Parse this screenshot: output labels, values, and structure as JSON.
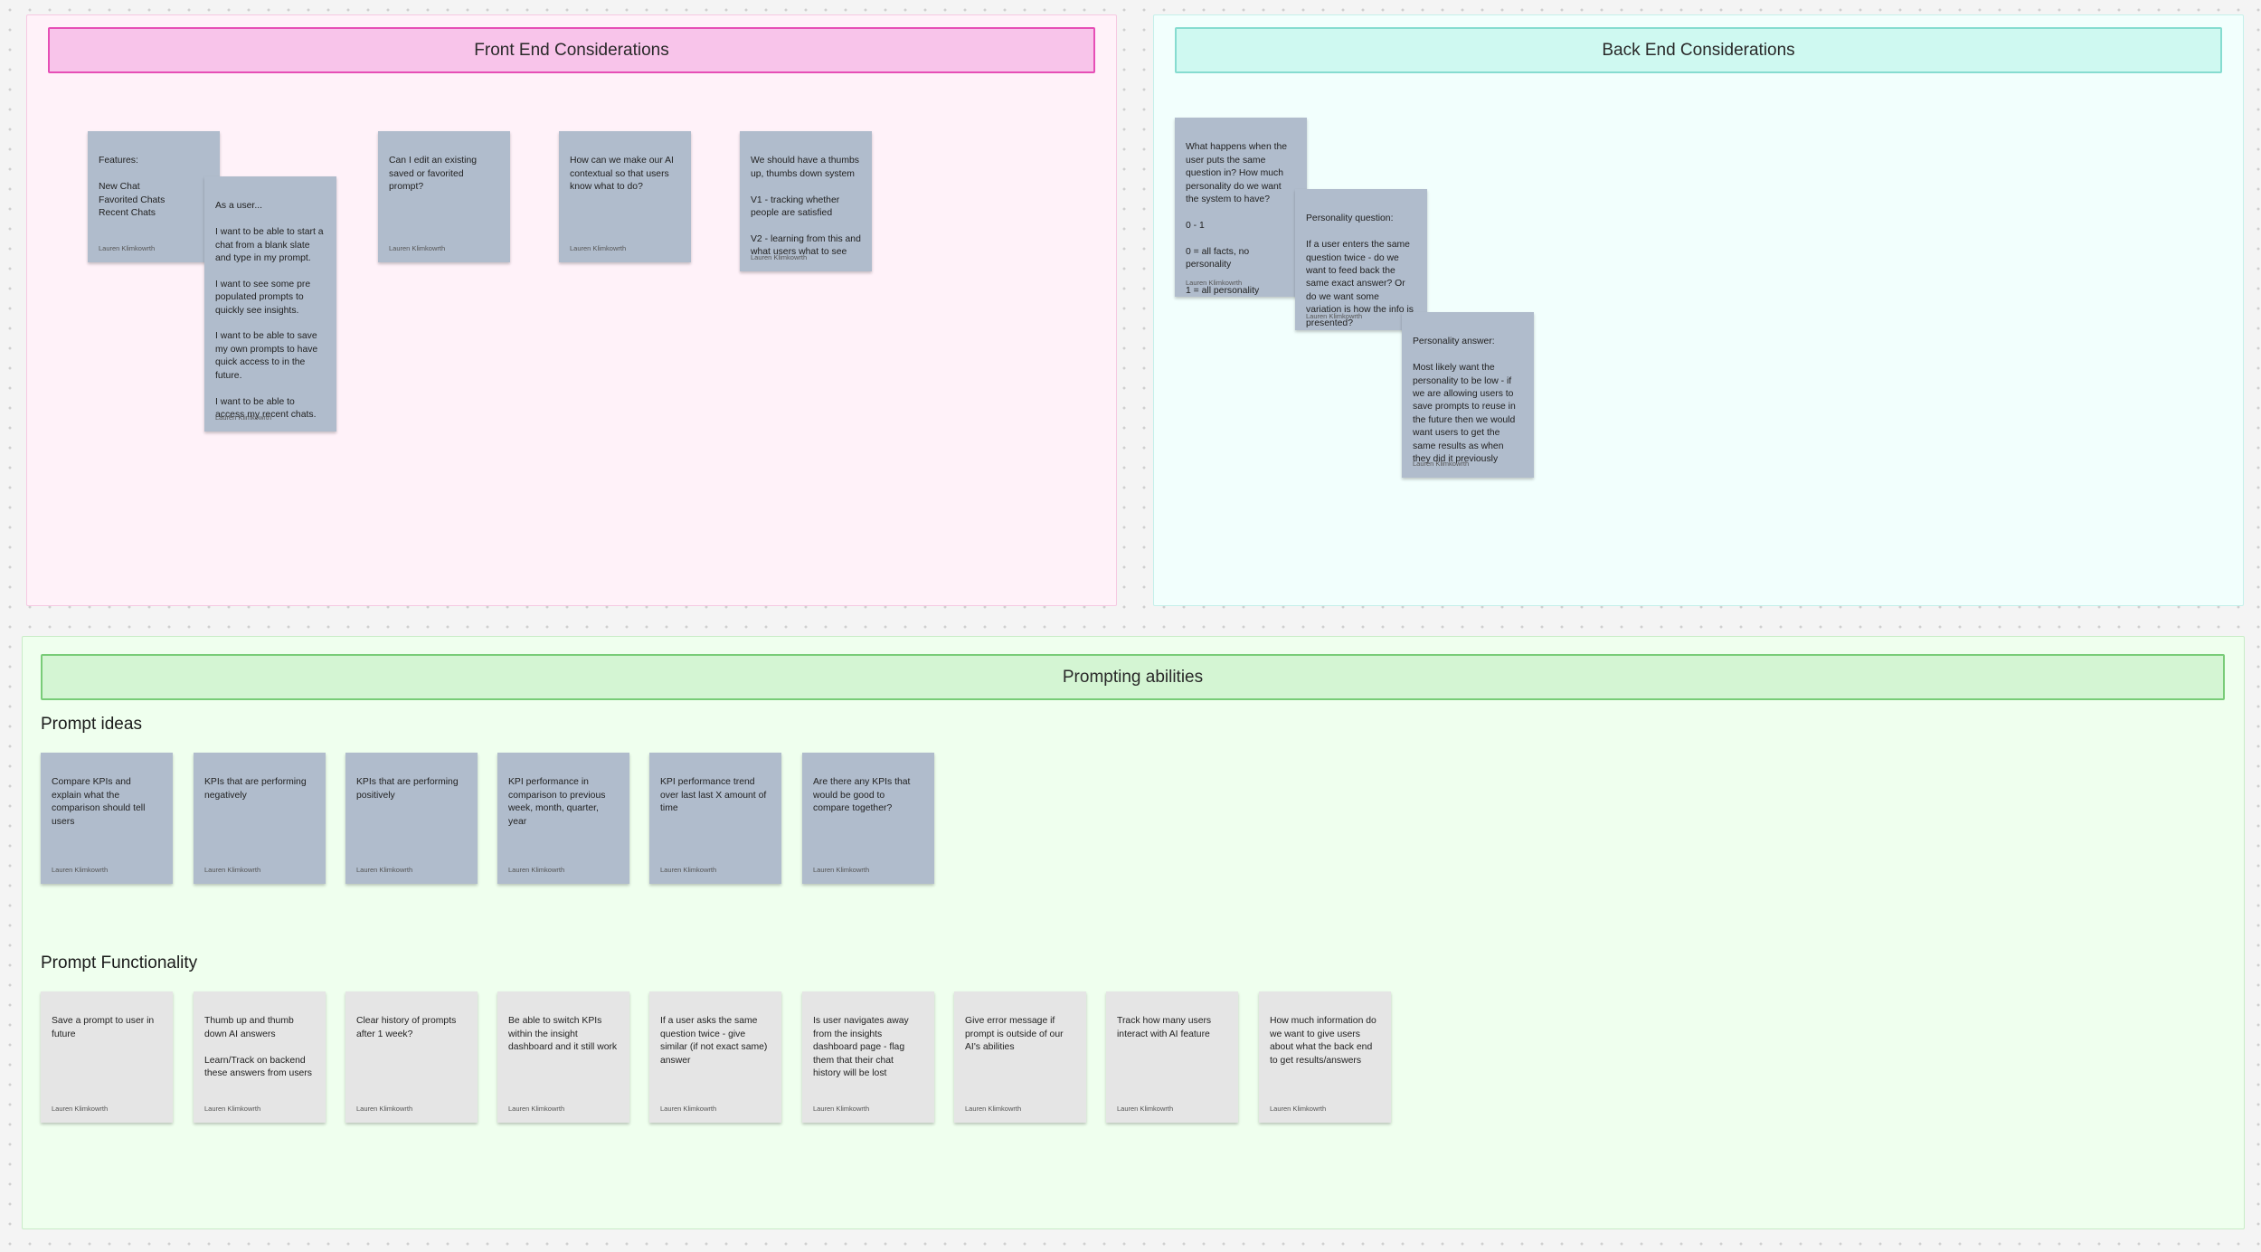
{
  "sections": {
    "front": {
      "title": "Front End Considerations"
    },
    "back": {
      "title": "Back End Considerations"
    },
    "prompting": {
      "title": "Prompting abilities",
      "ideas_heading": "Prompt ideas",
      "functionality_heading": "Prompt Functionality"
    }
  },
  "notes": {
    "features": {
      "text": "Features:\n\nNew Chat\nFavorited Chats\nRecent Chats",
      "author": "Lauren Klimkowrth"
    },
    "as_a_user": {
      "text": "As a user...\n\nI want to be able to start a chat from a blank slate and type in my prompt.\n\nI want to see some pre populated prompts to quickly see insights.\n\nI want to be able to save my own prompts to have quick access to in the future.\n\nI want to be able to access my recent chats.",
      "author": "Lauren Klimkowrth"
    },
    "edit_prompt": {
      "text": "Can I edit an existing saved or favorited prompt?",
      "author": "Lauren Klimkowrth"
    },
    "contextual_ai": {
      "text": "How can we make our AI contextual so that users know what to do?",
      "author": "Lauren Klimkowrth"
    },
    "thumbs": {
      "text": "We should have a thumbs up, thumbs down system\n\nV1 - tracking whether people are satisfied\n\nV2 - learning from this and what users what to see",
      "author": "Lauren Klimkowrth"
    },
    "same_question": {
      "text": "What happens when the user puts the same question in? How much personality do we want the system to have?\n\n0 - 1\n\n0 = all facts, no personality\n\n1 = all personality",
      "author": "Lauren Klimkowrth"
    },
    "personality_question": {
      "text": "Personality question:\n\nIf a user enters the same question twice - do we want to feed back the same exact answer? Or do we want some variation is how the info is presented?",
      "author": "Lauren Klimkowrth"
    },
    "personality_answer": {
      "text": "Personality answer:\n\nMost likely want the personality to be low - if we are allowing users to save prompts to reuse in the future then we would want users to get the same results as when they did it previously",
      "author": "Lauren Klimkowrth"
    }
  },
  "prompt_ideas": [
    {
      "text": "Compare KPIs and explain what the comparison should tell users",
      "author": "Lauren Klimkowrth"
    },
    {
      "text": "KPIs that are performing negatively",
      "author": "Lauren Klimkowrth"
    },
    {
      "text": "KPIs that are performing positively",
      "author": "Lauren Klimkowrth"
    },
    {
      "text": "KPI performance in comparison to previous week, month, quarter, year",
      "author": "Lauren Klimkowrth"
    },
    {
      "text": "KPI performance trend over last last X amount of time",
      "author": "Lauren Klimkowrth"
    },
    {
      "text": "Are there any KPIs that would be good to compare together?",
      "author": "Lauren Klimkowrth"
    }
  ],
  "prompt_functionality": [
    {
      "text": "Save a prompt to user in future",
      "author": "Lauren Klimkowrth"
    },
    {
      "text": "Thumb up and thumb down AI answers\n\nLearn/Track on backend these answers from users",
      "author": "Lauren Klimkowrth"
    },
    {
      "text": "Clear history of prompts after 1 week?",
      "author": "Lauren Klimkowrth"
    },
    {
      "text": "Be able to switch KPIs within the insight dashboard and it still work",
      "author": "Lauren Klimkowrth"
    },
    {
      "text": "If a user asks the same question twice - give similar (if not exact same) answer",
      "author": "Lauren Klimkowrth"
    },
    {
      "text": "Is user navigates away from the insights dashboard page - flag them that their chat history will be lost",
      "author": "Lauren Klimkowrth"
    },
    {
      "text": "Give error message if prompt is outside of our AI's abilities",
      "author": "Lauren Klimkowrth"
    },
    {
      "text": "Track how many users interact with AI feature",
      "author": "Lauren Klimkowrth"
    },
    {
      "text": "How much information do we want to give users about what the back end to get results/answers",
      "author": "Lauren Klimkowrth"
    }
  ]
}
